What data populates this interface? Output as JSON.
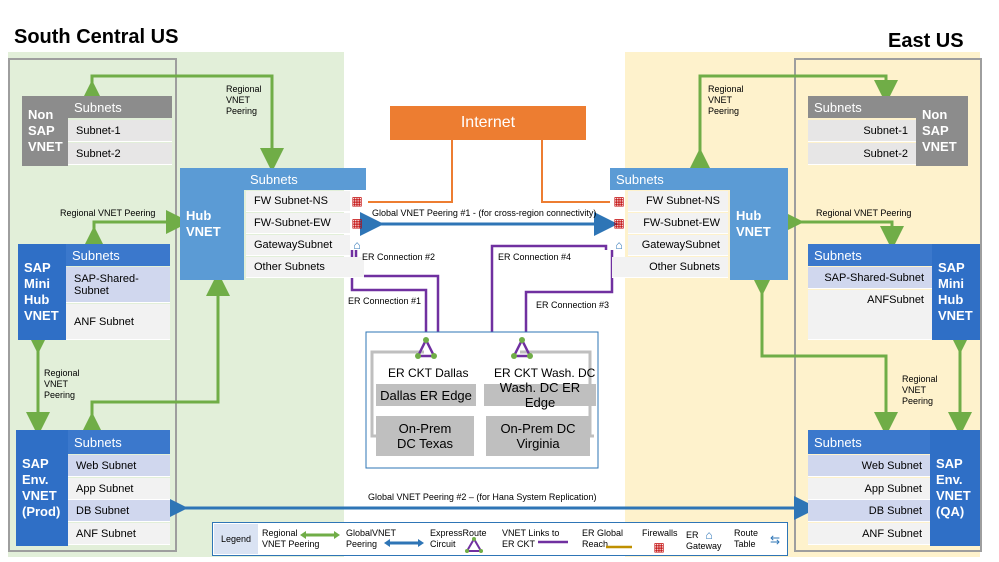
{
  "regions": {
    "west_title": "South Central US",
    "east_title": "East US"
  },
  "internet": "Internet",
  "west": {
    "nonsap": {
      "title": "Non SAP VNET",
      "subnets_header": "Subnets",
      "subnets": [
        "Subnet-1",
        "Subnet-2"
      ]
    },
    "hub": {
      "title": "Hub VNET",
      "subnets_header": "Subnets",
      "subnets": [
        "FW Subnet-NS",
        "FW-Subnet-EW",
        "GatewaySubnet",
        "Other Subnets"
      ]
    },
    "minihub": {
      "title": "SAP Mini Hub VNET",
      "subnets_header": "Subnets",
      "subnets": [
        "SAP-Shared-Subnet",
        "ANF Subnet"
      ]
    },
    "env": {
      "title": "SAP Env. VNET (Prod)",
      "subnets_header": "Subnets",
      "subnets": [
        "Web Subnet",
        "App Subnet",
        "DB Subnet",
        "ANF Subnet"
      ]
    }
  },
  "east": {
    "nonsap": {
      "title": "Non SAP VNET",
      "subnets_header": "Subnets",
      "subnets": [
        "Subnet-1",
        "Subnet-2"
      ]
    },
    "hub": {
      "title": "Hub VNET",
      "subnets_header": "Subnets",
      "subnets": [
        "FW Subnet-NS",
        "FW-Subnet-EW",
        "GatewaySubnet",
        "Other Subnets"
      ]
    },
    "minihub": {
      "title": "SAP Mini Hub VNET",
      "subnets_header": "Subnets",
      "subnets": [
        "SAP-Shared-Subnet",
        "ANFSubnet"
      ]
    },
    "env": {
      "title": "SAP Env. VNET (QA)",
      "subnets_header": "Subnets",
      "subnets": [
        "Web Subnet",
        "App Subnet",
        "DB Subnet",
        "ANF Subnet"
      ]
    }
  },
  "labels": {
    "regional_peering_1": "Regional VNET Peering",
    "regional_peering_2": "Regional VNET Peering",
    "regional_peering_3": "Regional VNET Peering",
    "regional_peering_4": "Regional VNET Peering",
    "regional_peering_5": "Regional VNET Peering",
    "regional_peering_6": "Regional VNET Peering",
    "global_peering_1": "Global VNET Peering  #1 -  (for cross-region connectivity)",
    "global_peering_2": "Global VNET Peering  #2 – (for Hana System Replication)",
    "er1": "ER Connection #1",
    "er2": "ER Connection #2",
    "er3": "ER Connection #3",
    "er4": "ER Connection #4"
  },
  "onprem": {
    "ckt_dallas": "ER CKT Dallas",
    "ckt_wash": "ER CKT Wash. DC",
    "dallas_edge": "Dallas ER Edge",
    "wash_edge": "Wash. DC ER Edge",
    "dc_texas": "On-Prem DC Texas",
    "dc_virginia": "On-Prem DC Virginia"
  },
  "legend": {
    "title": "Legend",
    "regional": "Regional VNET Peering",
    "global": "GlobalVNET Peering",
    "expressroute": "ExpressRoute Circuit",
    "vnetlinks": "VNET Links to ER CKT",
    "globalreach": "ER Global Reach",
    "firewalls": "Firewalls",
    "ergateway": "ER Gateway",
    "routetable": "Route Table"
  },
  "colors": {
    "vnet": "#2f6fc6",
    "green": "#70ad47",
    "global": "#2e75b6",
    "erlink": "#7030a0",
    "internet": "#ed7d31",
    "reach": "#bf9000"
  }
}
